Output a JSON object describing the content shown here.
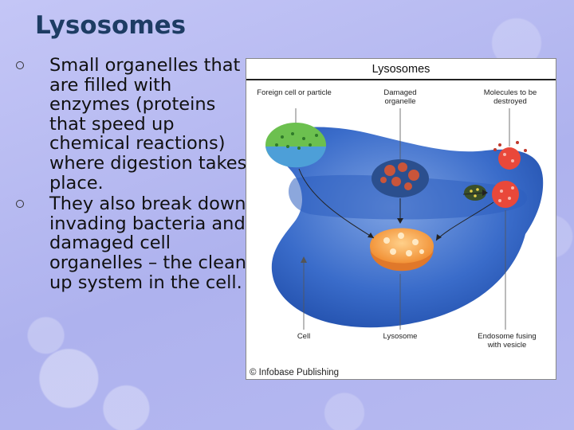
{
  "slide": {
    "title": "Lysosomes",
    "bullets": [
      "Small organelles that are filled with enzymes (proteins that speed up chemical reactions) where digestion takes place.",
      "They also break down invading bacteria and damaged cell organelles – the clean-up system in the cell."
    ]
  },
  "figure": {
    "title": "Lysosomes",
    "labels": {
      "foreign_cell": "Foreign cell or particle",
      "damaged_organelle": "Damaged organelle",
      "molecules": "Molecules to be destroyed",
      "cell": "Cell",
      "lysosome": "Lysosome",
      "endosome": "Endosome fusing with vesicle"
    },
    "credit": "© Infobase Publishing"
  },
  "colors": {
    "title": "#1d3c63",
    "cell_blue": "#2f62c4",
    "lysosome_orange": "#f39a3c",
    "foreign_green": "#5fb64a"
  }
}
